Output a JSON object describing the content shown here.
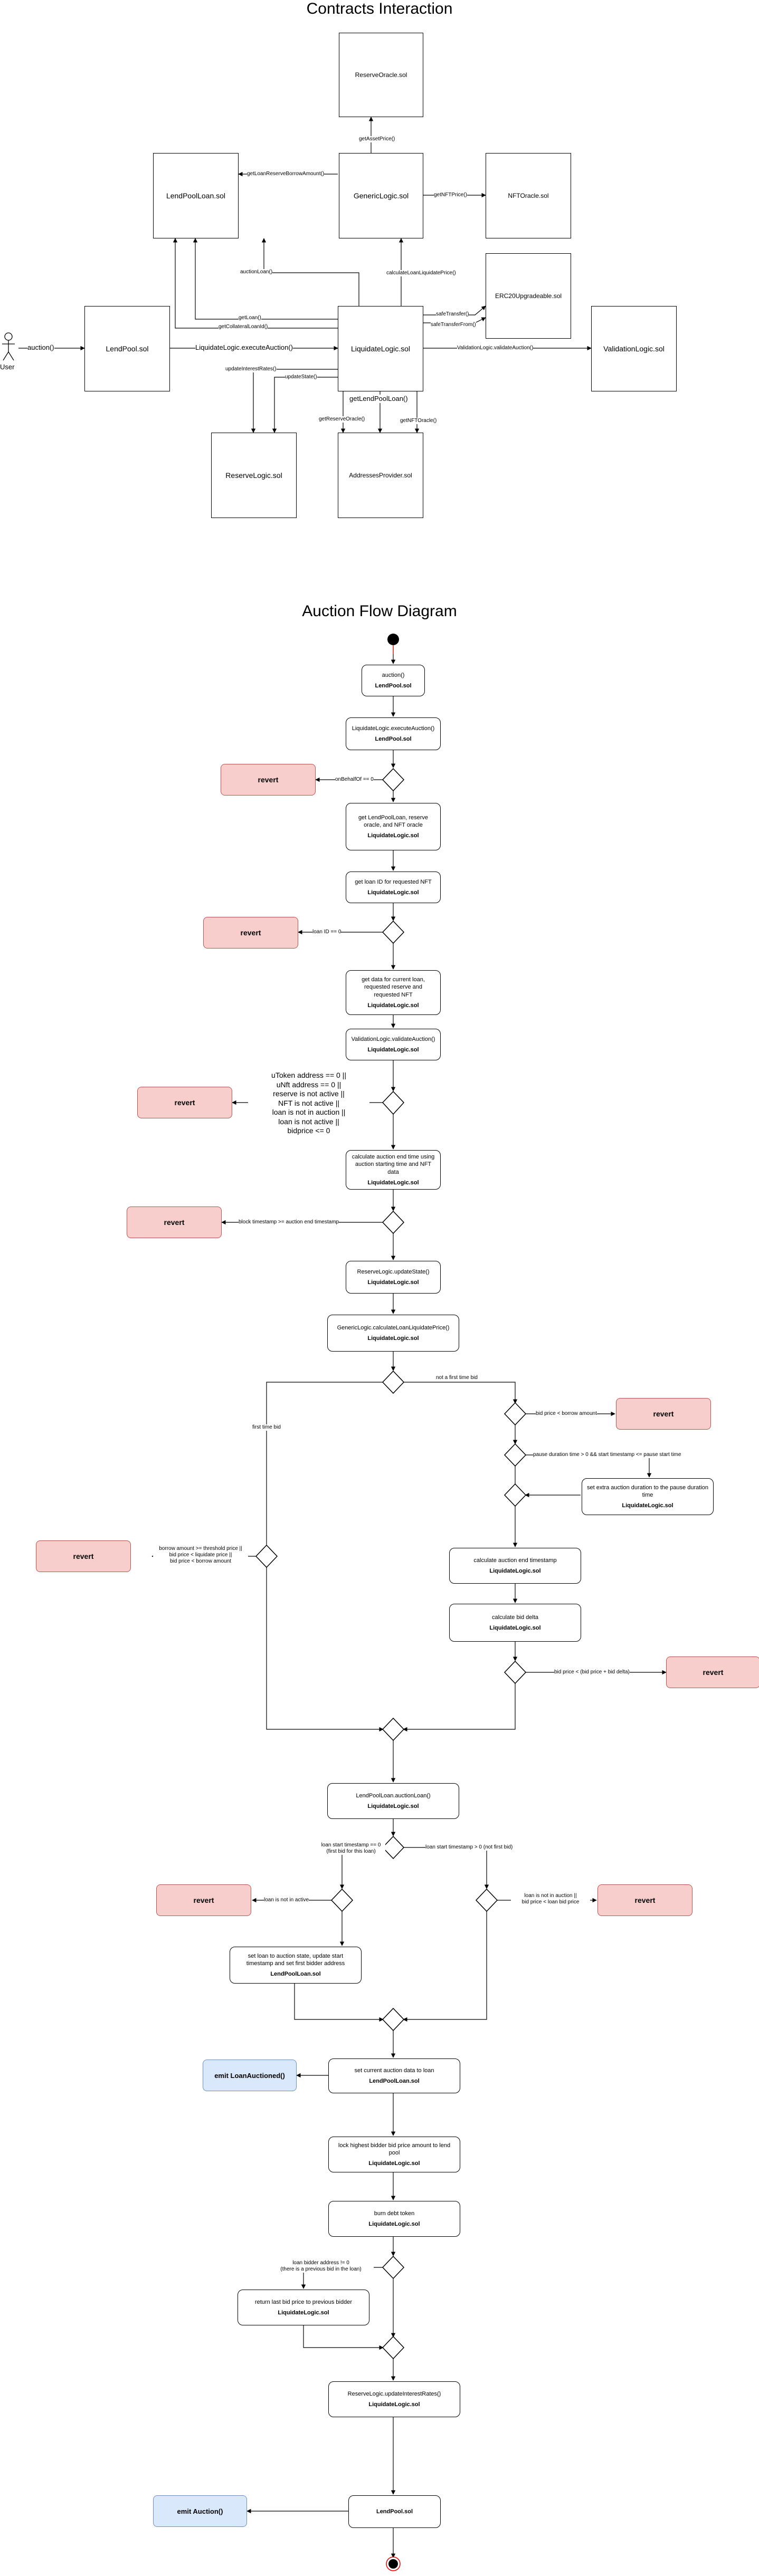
{
  "titles": {
    "contracts": "Contracts Interaction",
    "flow": "Auction Flow Diagram"
  },
  "contracts": {
    "reserve_oracle": "ReserveOracle.sol",
    "generic_logic": "GenericLogic.sol",
    "lend_pool_loan": "LendPoolLoan.sol",
    "nft_oracle": "NFTOracle.sol",
    "erc20": "ERC20Upgradeable.sol",
    "lend_pool": "LendPool.sol",
    "liquidate_logic": "LiquidateLogic.sol",
    "validation_logic": "ValidationLogic.sol",
    "reserve_logic": "ReserveLogic.sol",
    "addresses_provider": "AddressesProvider.sol",
    "user": "User"
  },
  "contract_edges": {
    "auction": "auction()",
    "execute_auction": "LiquidateLogic.executeAuction()",
    "get_asset_price": "getAssetPrice()",
    "get_loan_reserve": "getLoanReserveBorrowAmount()",
    "get_nft_price": "getNFTPrice()",
    "calc_loan_liquidate": "calculateLoanLiquidatePrice()",
    "auction_loan": "auctionLoan()",
    "get_loan": "getLoan()",
    "get_collateral_loan": "getCollateralLoanId()",
    "safe_transfer": "safeTransfer()",
    "safe_transfer_from": "safeTransferFrom()",
    "validate_auction": "ValidationLogic.validateAuction()",
    "update_interest": "updateInterestRates()",
    "update_state": "updateState()",
    "get_lend_pool_loan": "getLendPoolLoan()",
    "get_reserve_oracle": "getReserveOracle()",
    "get_nft_oracle": "getNFTOracle()"
  },
  "flow": {
    "auction_box": {
      "main": "auction()",
      "sub": "LendPool.sol"
    },
    "execute_box": {
      "main": "LiquidateLogic.executeAuction()",
      "sub": "LendPool.sol"
    },
    "onbehalf_label": "onBehalfOf == 0",
    "revert": "revert",
    "get_lendpoolloan_box": {
      "main": "get LendPoolLoan, reserve oracle, and NFT oracle",
      "sub": "LiquidateLogic.sol"
    },
    "get_loanid_box": {
      "main": "get loan ID for requested NFT",
      "sub": "LiquidateLogic.sol"
    },
    "loanid_label": "loan ID == 0",
    "get_data_box": {
      "main": "get data for current loan, requested reserve and requested NFT",
      "sub": "LiquidateLogic.sol"
    },
    "validate_box": {
      "main": "ValidationLogic.validateAuction()",
      "sub": "LiquidateLogic.sol"
    },
    "validate_conditions": [
      "uToken address == 0 ||",
      "uNft address == 0 ||",
      "reserve is not active ||",
      "NFT is not active ||",
      "loan is not in auction ||",
      "loan is not active ||",
      "bidprice <= 0"
    ],
    "calc_end_box": {
      "main": "calculate auction end time using auction starting time and NFT data",
      "sub": "LiquidateLogic.sol"
    },
    "block_ts_label": "block timestamp >= auction end timestamp",
    "update_state_box": {
      "main": "ReserveLogic.updateState()",
      "sub": "LiquidateLogic.sol"
    },
    "calc_liq_box": {
      "main": "GenericLogic.calculateLoanLiquidatePrice()",
      "sub": "LiquidateLogic.sol"
    },
    "not_first_bid": "not a first time bid",
    "first_bid": "first time bid",
    "bid_lt_borrow": "bid price < borrow amount",
    "pause_label": "pause duration time > 0 && start timestamp <= pause start time",
    "extra_duration_box": {
      "main": "set extra auction duration to the pause duration time",
      "sub": "LiquidateLogic.sol"
    },
    "first_bid_conds": [
      "borrow amount >= threshold price ||",
      "bid price < liquidate price ||",
      "bid price < borrow amount"
    ],
    "calc_auction_end_box": {
      "main": "calculate auction end timestamp",
      "sub": "LiquidateLogic.sol"
    },
    "calc_bid_delta_box": {
      "main": "calculate bid delta",
      "sub": "LiquidateLogic.sol"
    },
    "bid_delta_label": "bid price < (bid price + bid delta)",
    "auction_loan_box": {
      "main": "LendPoolLoan.auctionLoan()",
      "sub": "LiquidateLogic.sol"
    },
    "loan_start_zero": [
      "loan start timestamp == 0",
      "(first bid for this loan)"
    ],
    "loan_start_gt": "loan start timestamp > 0 (not first bid)",
    "loan_not_active": "loan is not in active",
    "loan_not_auction": [
      "loan is not in auction ||",
      "bid price < loan bid price"
    ],
    "set_loan_box": {
      "main": "set loan to auction state, update start timestamp and set first bidder address",
      "sub": "LendPoolLoan.sol"
    },
    "set_current_box": {
      "main": "set current auction data to loan",
      "sub": "LendPoolLoan.sol"
    },
    "emit_loan_auctioned": "emit LoanAuctioned()",
    "lock_box": {
      "main": "lock highest bidder bid price amount to lend pool",
      "sub": "LiquidateLogic.sol"
    },
    "burn_box": {
      "main": "burn debt token",
      "sub": "LiquidateLogic.sol"
    },
    "loan_bidder_label": [
      "loan bidder address != 0",
      "(there is a previous bid in the loan)"
    ],
    "return_bid_box": {
      "main": "return last bid price to previous bidder",
      "sub": "LiquidateLogic.sol"
    },
    "update_rates_box": {
      "main": "ReserveLogic.updateInterestRates()",
      "sub": "LiquidateLogic.sol"
    },
    "lendpool_end_box": {
      "main": "LendPool.sol"
    },
    "emit_auction": "emit Auction()"
  }
}
